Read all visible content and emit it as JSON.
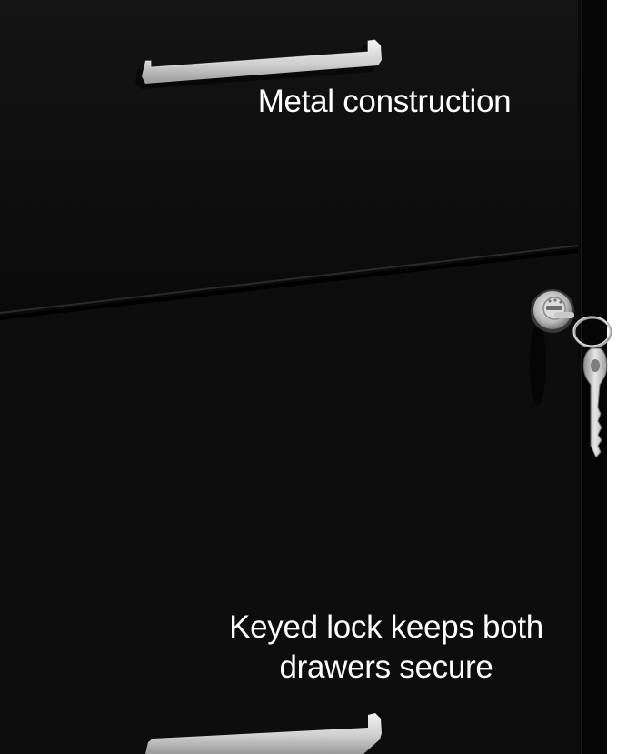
{
  "photo": {
    "subject": "black metal filing cabinet with keyed lock",
    "colors": {
      "cabinet": "#0b0b0b",
      "background": "#ffffff",
      "handle": "#d9d9d9",
      "caption": "#ffffff"
    },
    "icons": [
      "drawer-handle",
      "lock-cylinder",
      "key"
    ]
  },
  "captions": {
    "top": "Metal construction",
    "bottom_line1": "Keyed lock keeps both",
    "bottom_line2": "drawers secure"
  }
}
